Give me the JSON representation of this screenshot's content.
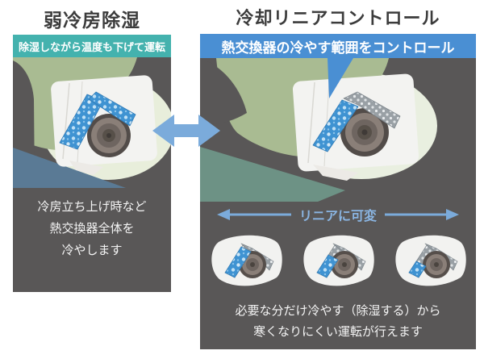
{
  "left_panel": {
    "title": "弱冷房除湿",
    "badge": "除湿しながら温度も下げて運転",
    "description_lines": [
      "冷房立ち上げ時など",
      "熱交換器全体を",
      "冷やします"
    ]
  },
  "right_panel": {
    "title": "冷却リニアコントロール",
    "badge": "熱交換器の冷やす範囲をコントロール",
    "linear_label": "リニアに可変",
    "description_lines": [
      "必要な分だけ冷やす（除湿する）から",
      "寒くなりにくい運転が行えます"
    ]
  },
  "colors": {
    "panel_bg": "#595757",
    "teal_badge": "#44b2ae",
    "blue_badge": "#4a8fd3",
    "arrow_blue": "#7babdb",
    "linear_text": "#8ab5e2",
    "cooled_blue": "#3f93d2",
    "uncooled_gray": "#99a0a5"
  }
}
